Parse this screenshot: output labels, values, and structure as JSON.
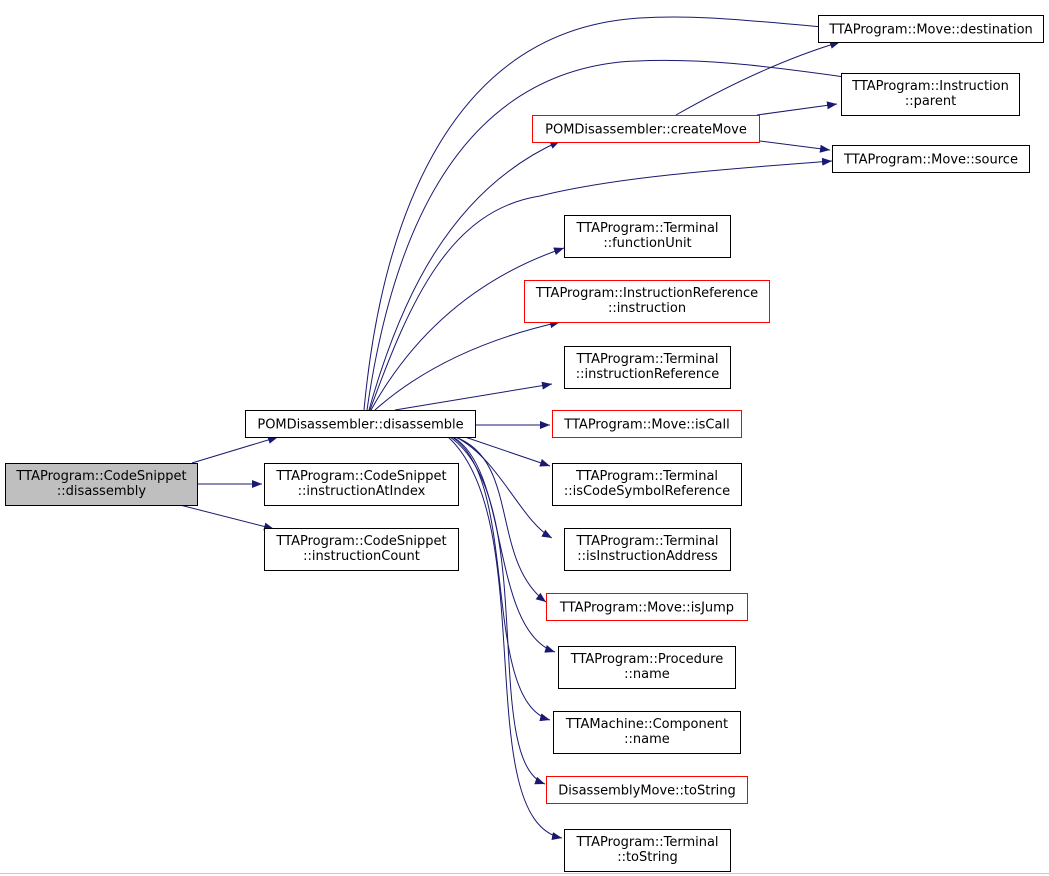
{
  "colors": {
    "edge": "#191970",
    "node_border": "#000000",
    "node_border_truncated": "#ff0000",
    "node_fill": "#ffffff",
    "root_fill": "#bfbfbf"
  },
  "nodes": {
    "root": {
      "lines": [
        "TTAProgram::CodeSnippet",
        "::disassembly"
      ],
      "style": "root"
    },
    "disassemble": {
      "lines": [
        "POMDisassembler::disassemble"
      ],
      "style": "normal"
    },
    "instructionAtIndex": {
      "lines": [
        "TTAProgram::CodeSnippet",
        "::instructionAtIndex"
      ],
      "style": "normal"
    },
    "instructionCount": {
      "lines": [
        "TTAProgram::CodeSnippet",
        "::instructionCount"
      ],
      "style": "normal"
    },
    "destination": {
      "lines": [
        "TTAProgram::Move::destination"
      ],
      "style": "normal"
    },
    "parent": {
      "lines": [
        "TTAProgram::Instruction",
        "::parent"
      ],
      "style": "normal"
    },
    "createMove": {
      "lines": [
        "POMDisassembler::createMove"
      ],
      "style": "truncated"
    },
    "source": {
      "lines": [
        "TTAProgram::Move::source"
      ],
      "style": "normal"
    },
    "functionUnit": {
      "lines": [
        "TTAProgram::Terminal",
        "::functionUnit"
      ],
      "style": "normal"
    },
    "instruction": {
      "lines": [
        "TTAProgram::InstructionReference",
        "::instruction"
      ],
      "style": "truncated"
    },
    "instructionReference": {
      "lines": [
        "TTAProgram::Terminal",
        "::instructionReference"
      ],
      "style": "normal"
    },
    "isCall": {
      "lines": [
        "TTAProgram::Move::isCall"
      ],
      "style": "truncated"
    },
    "isCodeSymbolReference": {
      "lines": [
        "TTAProgram::Terminal",
        "::isCodeSymbolReference"
      ],
      "style": "normal"
    },
    "isInstructionAddress": {
      "lines": [
        "TTAProgram::Terminal",
        "::isInstructionAddress"
      ],
      "style": "normal"
    },
    "isJump": {
      "lines": [
        "TTAProgram::Move::isJump"
      ],
      "style": "truncated"
    },
    "procName": {
      "lines": [
        "TTAProgram::Procedure",
        "::name"
      ],
      "style": "normal"
    },
    "compName": {
      "lines": [
        "TTAMachine::Component",
        "::name"
      ],
      "style": "normal"
    },
    "dmToString": {
      "lines": [
        "DisassemblyMove::toString"
      ],
      "style": "truncated"
    },
    "termToString": {
      "lines": [
        "TTAProgram::Terminal",
        "::toString"
      ],
      "style": "normal"
    }
  },
  "edges": [
    [
      "root",
      "disassemble"
    ],
    [
      "root",
      "instructionAtIndex"
    ],
    [
      "root",
      "instructionCount"
    ],
    [
      "disassemble",
      "destination"
    ],
    [
      "disassemble",
      "parent"
    ],
    [
      "disassemble",
      "createMove"
    ],
    [
      "disassemble",
      "source"
    ],
    [
      "disassemble",
      "functionUnit"
    ],
    [
      "disassemble",
      "instruction"
    ],
    [
      "disassemble",
      "instructionReference"
    ],
    [
      "disassemble",
      "isCall"
    ],
    [
      "disassemble",
      "isCodeSymbolReference"
    ],
    [
      "disassemble",
      "isInstructionAddress"
    ],
    [
      "disassemble",
      "isJump"
    ],
    [
      "disassemble",
      "procName"
    ],
    [
      "disassemble",
      "compName"
    ],
    [
      "disassemble",
      "dmToString"
    ],
    [
      "disassemble",
      "termToString"
    ],
    [
      "createMove",
      "destination"
    ],
    [
      "createMove",
      "parent"
    ],
    [
      "createMove",
      "source"
    ]
  ]
}
